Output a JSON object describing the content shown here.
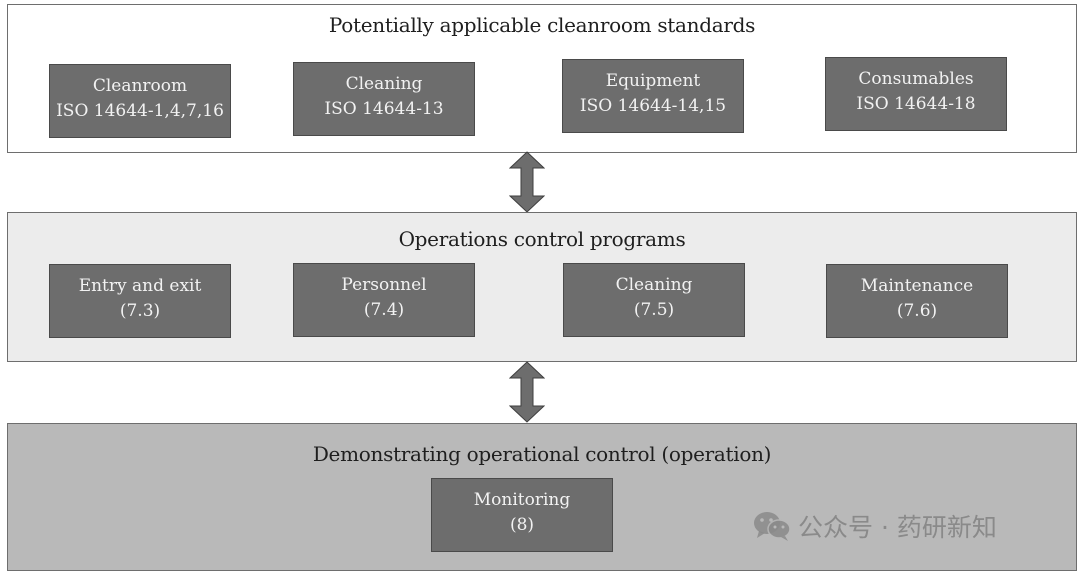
{
  "standards": {
    "title": "Potentially applicable cleanroom standards",
    "boxes": [
      {
        "name": "Cleanroom",
        "detail": "ISO 14644-1,4,7,16"
      },
      {
        "name": "Cleaning",
        "detail": "ISO 14644-13"
      },
      {
        "name": "Equipment",
        "detail": "ISO 14644-14,15"
      },
      {
        "name": "Consumables",
        "detail": "ISO 14644-18"
      }
    ]
  },
  "programs": {
    "title": "Operations control programs",
    "boxes": [
      {
        "name": "Entry and exit",
        "detail": "(7.3)"
      },
      {
        "name": "Personnel",
        "detail": "(7.4)"
      },
      {
        "name": "Cleaning",
        "detail": "(7.5)"
      },
      {
        "name": "Maintenance",
        "detail": "(7.6)"
      }
    ]
  },
  "demonstration": {
    "title": "Demonstrating operational control (operation)",
    "boxes": [
      {
        "name": "Monitoring",
        "detail": "(8)"
      }
    ]
  },
  "watermark": {
    "text": "公众号 · 药研新知",
    "icon": "wechat-icon"
  },
  "colors": {
    "box_fill": "#6d6d6d",
    "programs_panel": "#ececec",
    "demo_panel": "#b9b9b9",
    "arrow": "#6d6d6d"
  }
}
